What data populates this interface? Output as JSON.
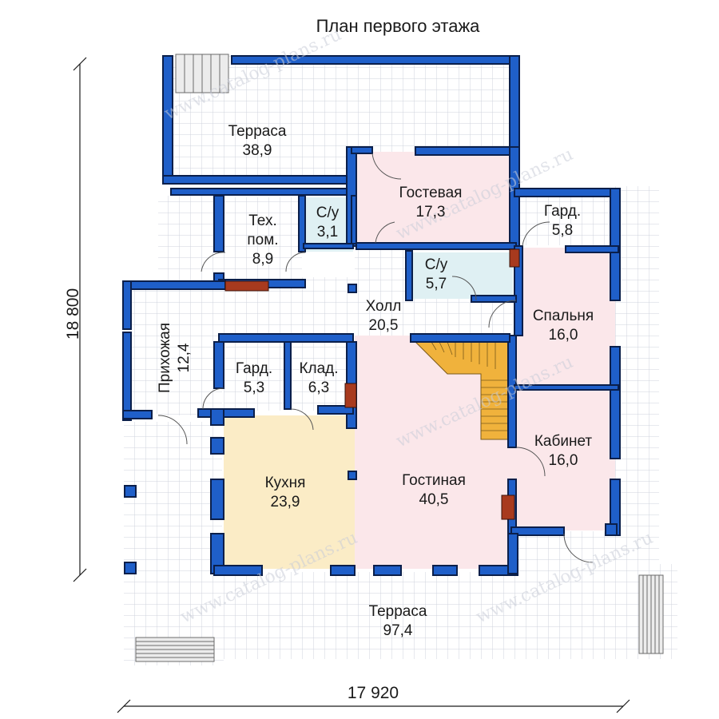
{
  "title": "План первого этажа",
  "dimensions": {
    "width": "17 920",
    "height": "18 800"
  },
  "watermark": "www.catalog-plans.ru",
  "colors": {
    "wall": "#1f5fc9",
    "wall_outline": "#0b1f4a",
    "grid_tile": "#cfd3dc",
    "kitchen": "#fbecc6",
    "living": "#fbe7ea",
    "bath": "#dff0f3",
    "stairs": "#f0b23c",
    "chimney": "#a83a1e"
  },
  "rooms": [
    {
      "name": "Терраса",
      "area": "38,9"
    },
    {
      "name": "Гостевая",
      "area": "17,3"
    },
    {
      "name": "Тех.",
      "name2": "пом.",
      "area": "8,9"
    },
    {
      "name": "С/у",
      "area": "3,1"
    },
    {
      "name": "Гард.",
      "area": "5,8"
    },
    {
      "name": "С/у",
      "area": "5,7"
    },
    {
      "name": "Холл",
      "area": "20,5"
    },
    {
      "name": "Спальня",
      "area": "16,0"
    },
    {
      "name": "Прихожая",
      "area": "12,4"
    },
    {
      "name": "Гард.",
      "area": "5,3"
    },
    {
      "name": "Клад.",
      "area": "6,3"
    },
    {
      "name": "Кабинет",
      "area": "16,0"
    },
    {
      "name": "Кухня",
      "area": "23,9"
    },
    {
      "name": "Гостиная",
      "area": "40,5"
    },
    {
      "name": "Терраса",
      "area": "97,4"
    }
  ]
}
